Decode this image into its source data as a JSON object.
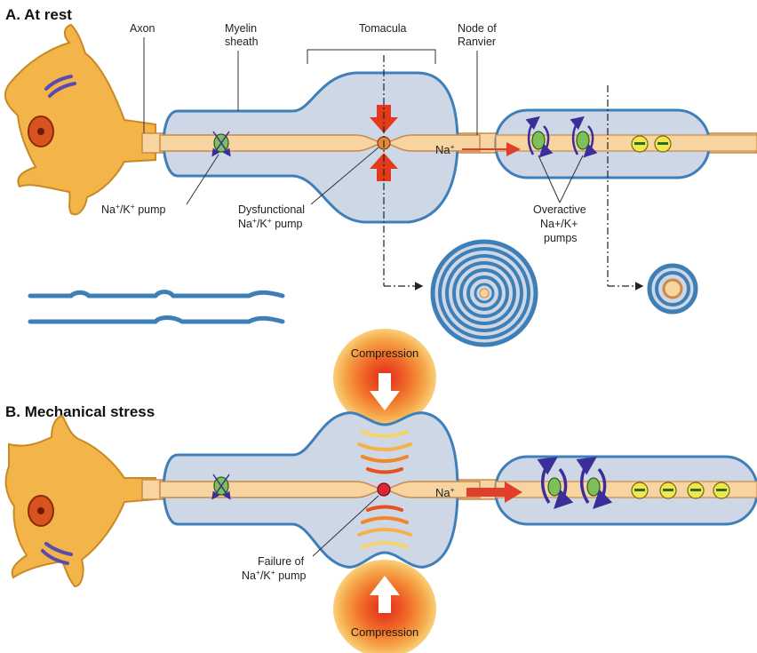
{
  "sections": {
    "a_title": "A. At rest",
    "b_title": "B. Mechanical stress"
  },
  "labels": {
    "axon": "Axon",
    "myelin_1": "Myelin",
    "myelin_2": "sheath",
    "tomacula": "Tomacula",
    "node_1": "Node of",
    "node_2": "Ranvier",
    "pump_a": "Na",
    "pump_a_sup1": "+",
    "pump_a_mid": "/K",
    "pump_a_sup2": "+",
    "pump_a_end": " pump",
    "dysfunctional_1": "Dysfunctional",
    "dysfunctional_2a": "Na",
    "dysfunctional_2_sup1": "+",
    "dysfunctional_2_mid": "/K",
    "dysfunctional_2_sup2": "+",
    "dysfunctional_2_end": " pump",
    "overactive_1": "Overactive",
    "overactive_2": "Na+/K+",
    "overactive_3": "pumps",
    "na_ion_a": "Na",
    "na_ion_a_sup": "+",
    "na_ion_b": "Na",
    "na_ion_b_sup": "+",
    "compression_top": "Compression",
    "compression_bottom": "Compression",
    "failure_1": "Failure of",
    "failure_2a": "Na",
    "failure_2_sup1": "+",
    "failure_2_mid": "/K",
    "failure_2_sup2": "+",
    "failure_2_end": " pump"
  },
  "colors": {
    "neuron_body": "#f3b44a",
    "neuron_edge": "#c98a23",
    "nucleus": "#d9531e",
    "axon_fill": "#f8d4a0",
    "axon_edge": "#c98a4a",
    "myelin_fill": "#cdd7e6",
    "myelin_edge": "#3f7fb8",
    "pump_green": "#7fbf5a",
    "pump_arrow": "#3a2f9a",
    "compression_arrow": "#e23a1a",
    "na_arrow": "#e0402a",
    "ion_yellow": "#f2e64a",
    "ion_bar": "#4aa05a"
  }
}
